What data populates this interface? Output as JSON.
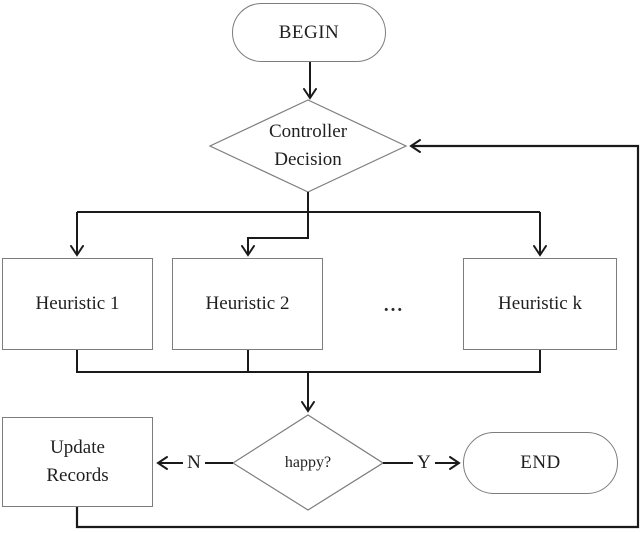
{
  "diagram": {
    "type": "flowchart",
    "background": "#ffffff",
    "connector_color": "#1a1a1a",
    "node_border_color": "#7d7d7d",
    "text_color": "#1f1f1f",
    "nodes": [
      {
        "id": "begin",
        "shape": "terminator",
        "label": "BEGIN"
      },
      {
        "id": "controller-decision",
        "shape": "decision",
        "label": "Controller Decision"
      },
      {
        "id": "heuristic-1",
        "shape": "process",
        "label": "Heuristic 1"
      },
      {
        "id": "heuristic-2",
        "shape": "process",
        "label": "Heuristic 2"
      },
      {
        "id": "heuristic-ellipsis",
        "shape": "text",
        "label": "..."
      },
      {
        "id": "heuristic-k",
        "shape": "process",
        "label": "Heuristic k"
      },
      {
        "id": "update-records",
        "shape": "process",
        "label": "Update Records"
      },
      {
        "id": "happy",
        "shape": "decision",
        "label": "happy?"
      },
      {
        "id": "end",
        "shape": "terminator",
        "label": "END"
      }
    ],
    "edges": [
      {
        "from": "begin",
        "to": "controller-decision",
        "label": ""
      },
      {
        "from": "controller-decision",
        "to": "heuristic-1",
        "label": ""
      },
      {
        "from": "controller-decision",
        "to": "heuristic-2",
        "label": ""
      },
      {
        "from": "controller-decision",
        "to": "heuristic-k",
        "label": ""
      },
      {
        "from": "heuristic-1",
        "to": "happy",
        "label": ""
      },
      {
        "from": "heuristic-2",
        "to": "happy",
        "label": ""
      },
      {
        "from": "heuristic-k",
        "to": "happy",
        "label": ""
      },
      {
        "from": "happy",
        "to": "update-records",
        "label": "N"
      },
      {
        "from": "happy",
        "to": "end",
        "label": "Y"
      },
      {
        "from": "update-records",
        "to": "controller-decision",
        "label": ""
      }
    ]
  }
}
